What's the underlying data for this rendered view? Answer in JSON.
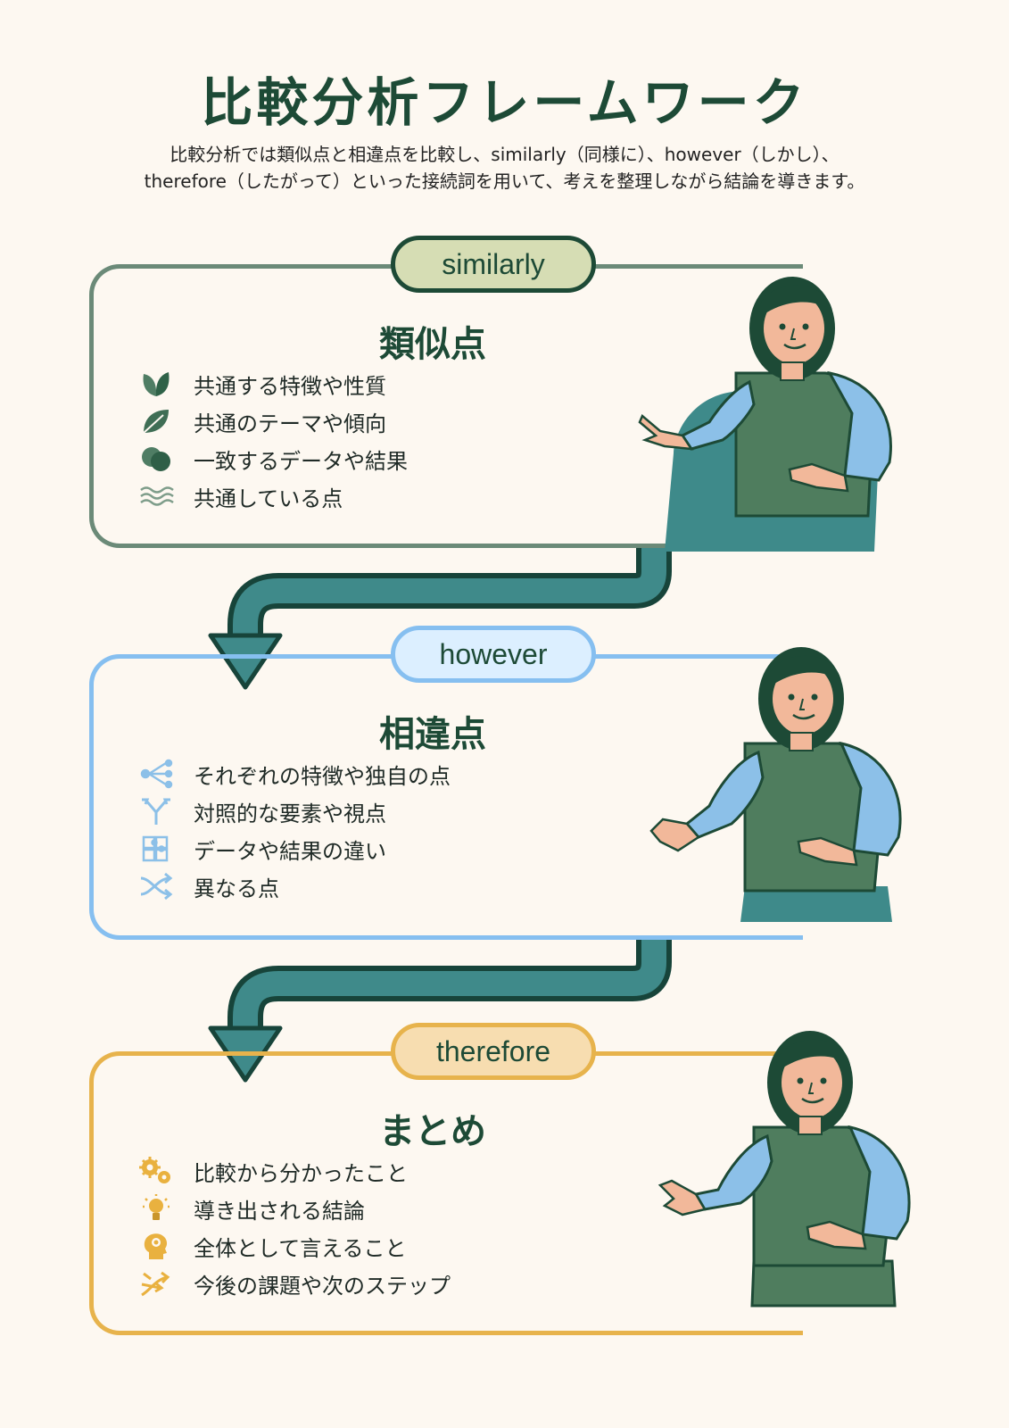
{
  "title": "比較分析フレームワーク",
  "subtitle_line1": "比較分析では類似点と相違点を比較し、similarly（同様に）、however（しかし）、",
  "subtitle_line2": "therefore（したがって）といった接続詞を用いて、考えを整理しながら結論を導きます。",
  "sections": [
    {
      "connector": "similarly",
      "heading": "類似点",
      "color": "#6b8a78",
      "items": [
        {
          "icon": "leaf-pair-icon",
          "text": "共通する特徴や性質"
        },
        {
          "icon": "leaf-icon",
          "text": "共通のテーマや傾向"
        },
        {
          "icon": "overlap-circles-icon",
          "text": "一致するデータや結果"
        },
        {
          "icon": "waves-icon",
          "text": "共通している点"
        }
      ]
    },
    {
      "connector": "however",
      "heading": "相違点",
      "color": "#86bff0",
      "items": [
        {
          "icon": "branch-icon",
          "text": "それぞれの特徴や独自の点"
        },
        {
          "icon": "fork-icon",
          "text": "対照的な要素や視点"
        },
        {
          "icon": "puzzle-icon",
          "text": "データや結果の違い"
        },
        {
          "icon": "shuffle-icon",
          "text": "異なる点"
        }
      ]
    },
    {
      "connector": "therefore",
      "heading": "まとめ",
      "color": "#e7b34c",
      "items": [
        {
          "icon": "gears-icon",
          "text": "比較から分かったこと"
        },
        {
          "icon": "lightbulb-icon",
          "text": "導き出される結論"
        },
        {
          "icon": "head-gear-icon",
          "text": "全体として言えること"
        },
        {
          "icon": "arrows-forward-icon",
          "text": "今後の課題や次のステップ"
        }
      ]
    }
  ]
}
